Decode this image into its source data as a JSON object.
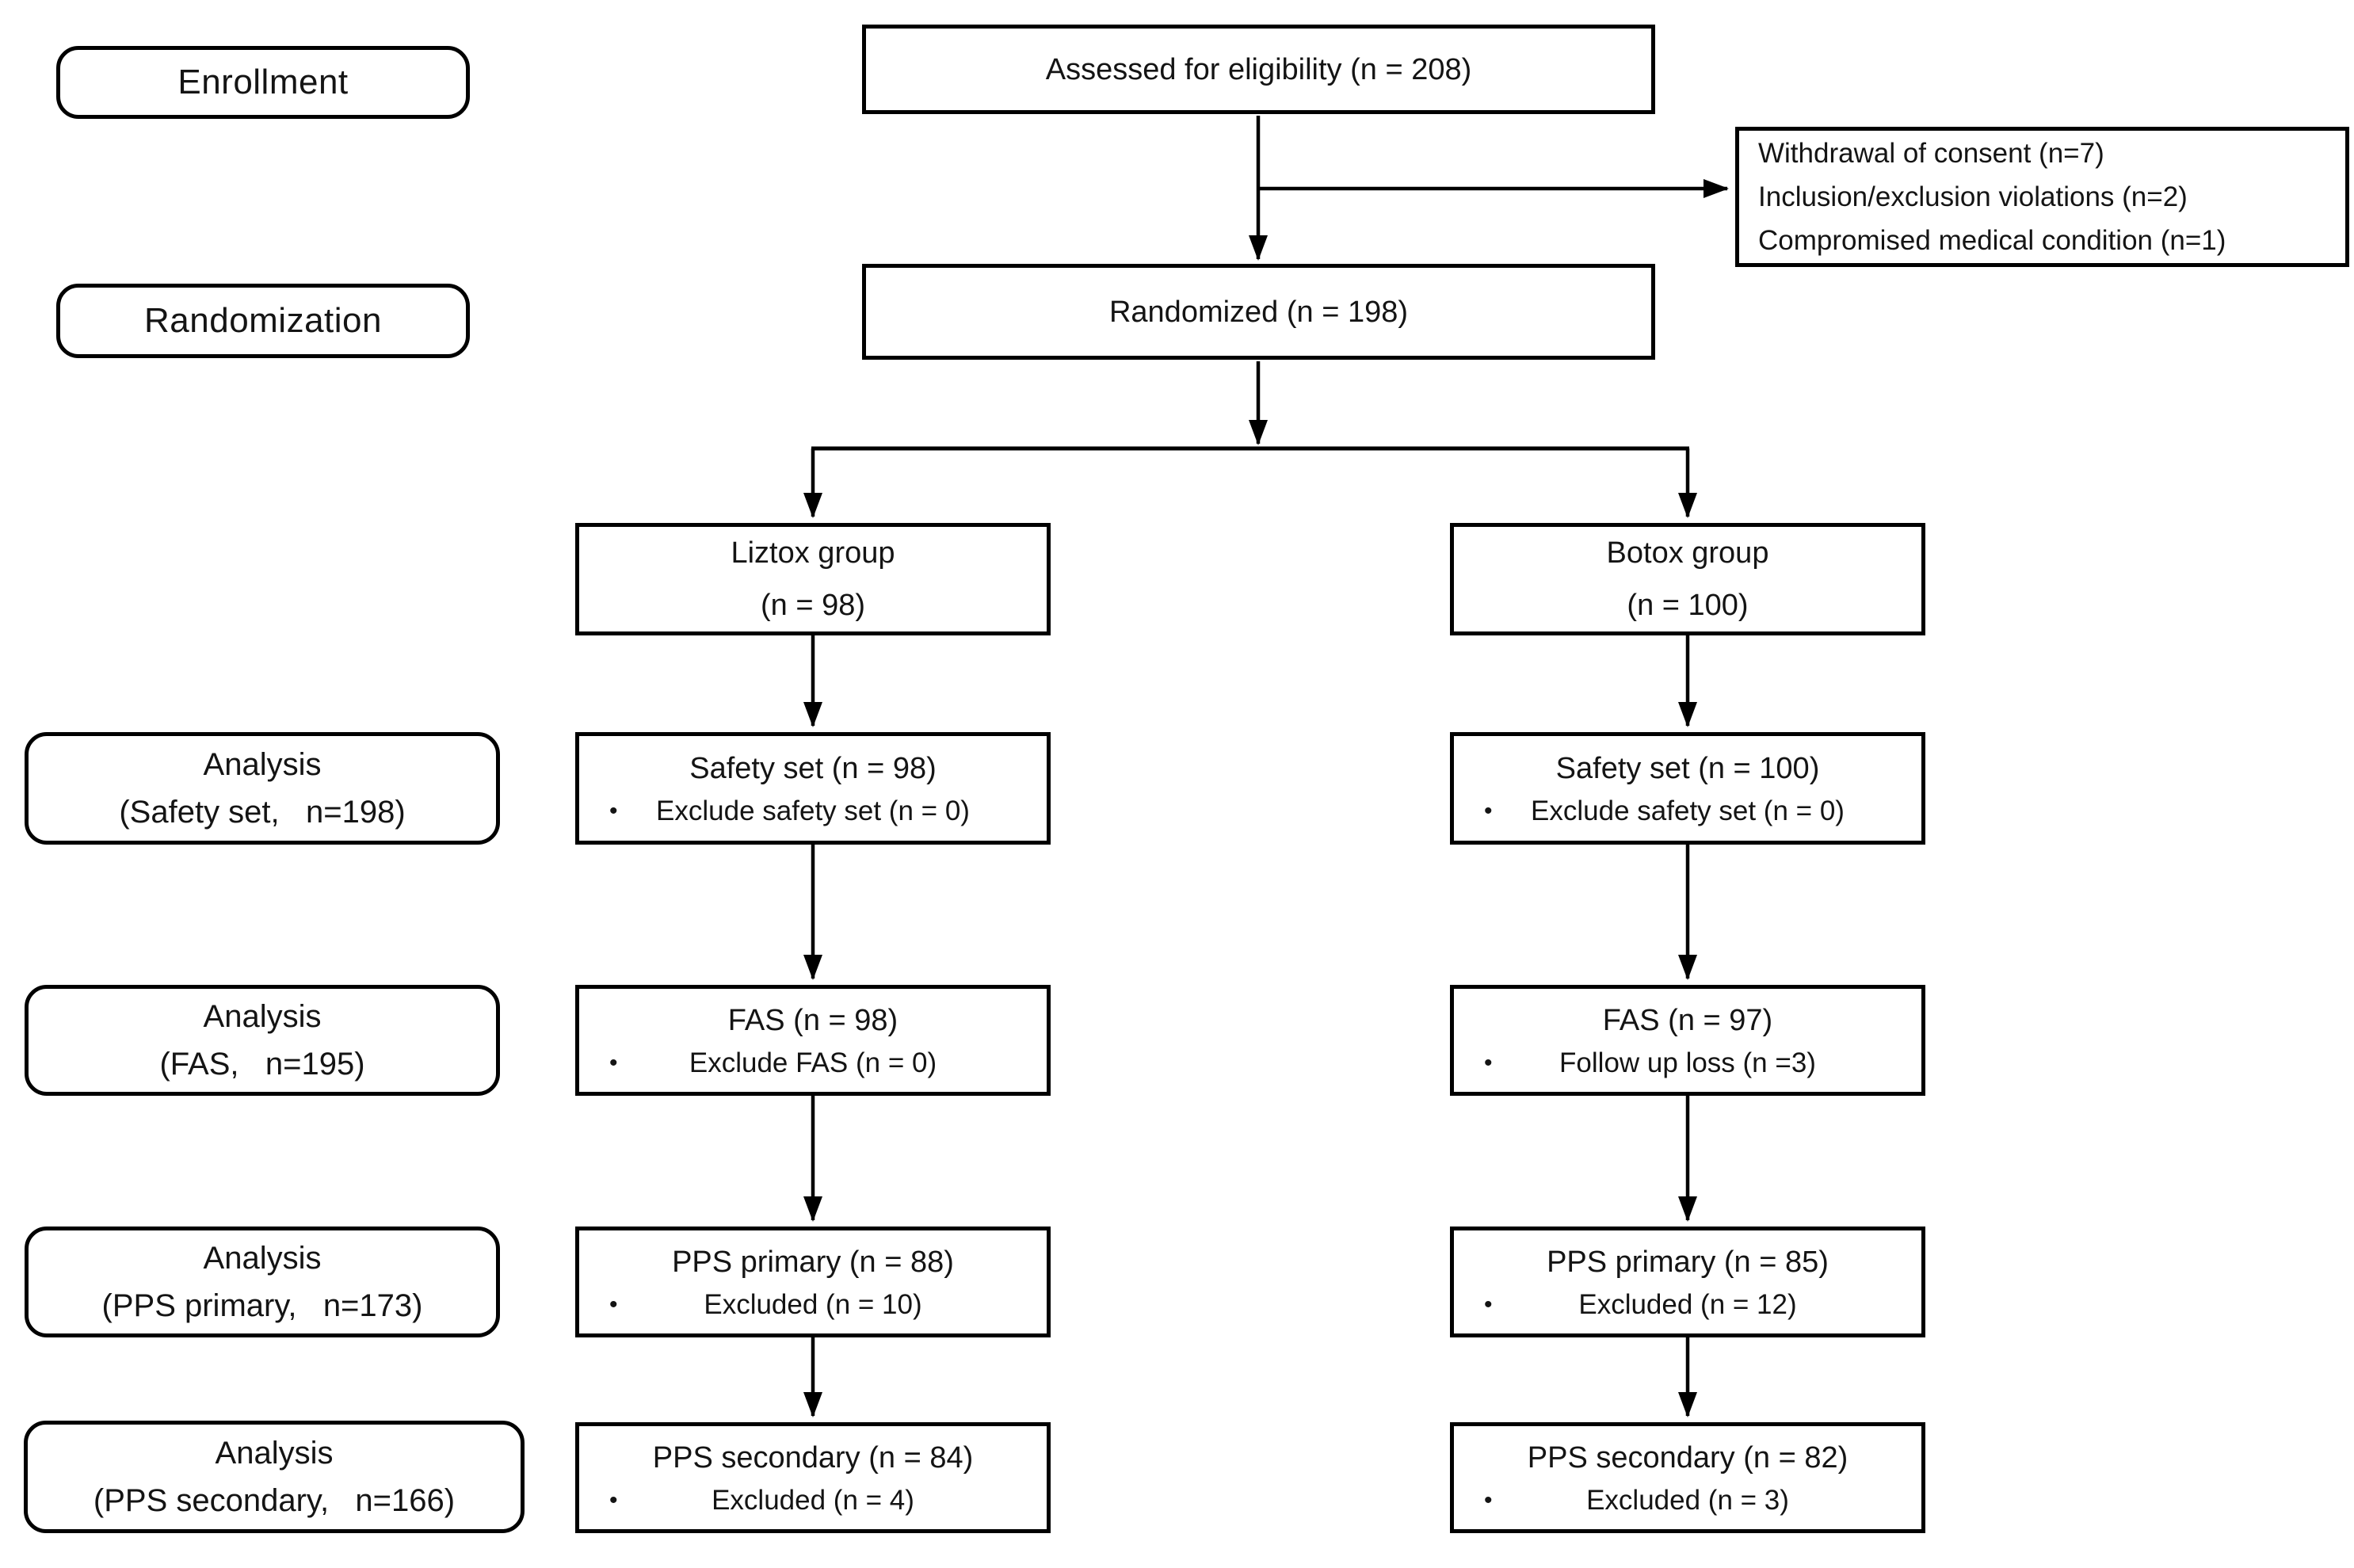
{
  "figure": {
    "background": "#ffffff",
    "line_color": "#000000",
    "text_color": "#141414",
    "bullet_glyph": "•"
  },
  "stages": {
    "enrollment": "Enrollment",
    "randomization": "Randomization"
  },
  "analysis_labels": {
    "safety": {
      "line1": "Analysis",
      "line2": "(Safety set,   n=198)"
    },
    "fas": {
      "line1": "Analysis",
      "line2": "(FAS,   n=195)"
    },
    "pps_primary": {
      "line1": "Analysis",
      "line2": "(PPS primary,   n=173)"
    },
    "pps_secondary": {
      "line1": "Analysis",
      "line2": "(PPS secondary,   n=166)"
    }
  },
  "flow": {
    "assessed": "Assessed for eligibility (n = 208)",
    "exclusions": [
      "Withdrawal of consent (n=7)",
      "Inclusion/exclusion violations (n=2)",
      "Compromised medical condition (n=1)"
    ],
    "randomized": "Randomized (n = 198)",
    "liztox_group": {
      "line1": "Liztox group",
      "line2": "(n = 98)"
    },
    "botox_group": {
      "line1": "Botox group",
      "line2": "(n = 100)"
    },
    "safety_liztox": {
      "title": "Safety set (n = 98)",
      "bullet": "Exclude safety set (n = 0)"
    },
    "safety_botox": {
      "title": "Safety set (n = 100)",
      "bullet": "Exclude safety set (n = 0)"
    },
    "fas_liztox": {
      "title": "FAS (n = 98)",
      "bullet": "Exclude FAS (n = 0)"
    },
    "fas_botox": {
      "title": "FAS (n = 97)",
      "bullet": "Follow up loss (n =3)"
    },
    "pps_primary_liztox": {
      "title": "PPS primary (n = 88)",
      "bullet": "Excluded (n = 10)"
    },
    "pps_primary_botox": {
      "title": "PPS primary (n = 85)",
      "bullet": "Excluded (n = 12)"
    },
    "pps_secondary_liztox": {
      "title": "PPS secondary (n = 84)",
      "bullet": "Excluded (n = 4)"
    },
    "pps_secondary_botox": {
      "title": "PPS secondary (n = 82)",
      "bullet": "Excluded (n = 3)"
    }
  }
}
